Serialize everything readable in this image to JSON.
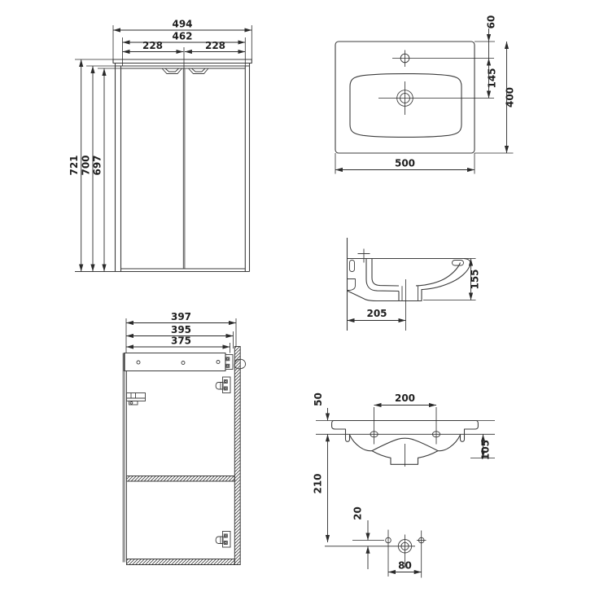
{
  "drawing": {
    "colors": {
      "background": "#ffffff",
      "line": "#3d3d3d",
      "dimension_text": "#1f1f1f"
    },
    "views": {
      "front": {
        "dims": {
          "overall_width": "494",
          "carcass_width": "462",
          "door_left_width": "228",
          "door_right_width": "228",
          "overall_height": "721",
          "carcass_height": "700",
          "door_height": "697"
        }
      },
      "basin_top": {
        "dims": {
          "tap_hole_offset": "60",
          "tap_to_drain": "145",
          "depth": "400",
          "width": "500"
        }
      },
      "basin_side": {
        "dims": {
          "height": "155",
          "drain_offset": "205"
        }
      },
      "cabinet_side": {
        "dims": {
          "overall_depth": "397",
          "carcass_depth": "395",
          "inner_depth": "375"
        }
      },
      "basin_rear": {
        "dims": {
          "rim_to_holes": "50",
          "hole_spacing": "200",
          "bowl_depth": "105",
          "rim_to_drain": "210",
          "overflow_offset": "20",
          "overflow_spacing": "80"
        }
      }
    }
  }
}
